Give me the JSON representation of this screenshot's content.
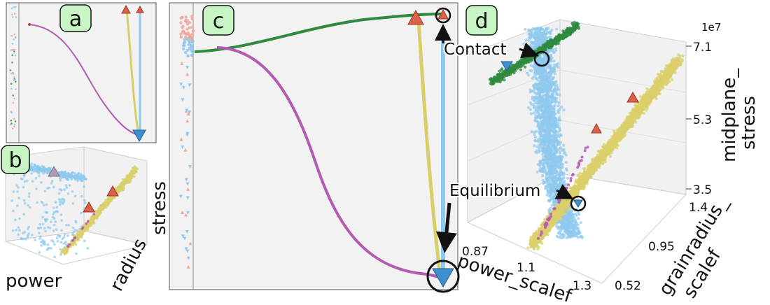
{
  "panels": {
    "a": {
      "badge": "a"
    },
    "b": {
      "badge": "b",
      "axis_x": "power",
      "axis_y": "radius",
      "axis_z": "stress"
    },
    "c": {
      "badge": "c"
    },
    "d": {
      "badge": "d",
      "exponent": "1e7",
      "z_ticks": [
        "7.1",
        "5.3",
        "3.5"
      ],
      "x_ticks": [
        "0.87",
        "1.1",
        "1.3"
      ],
      "y_ticks": [
        "1.4",
        "0.95",
        "0.52"
      ],
      "axis_x": "power_scalef",
      "axis_y_line1": "grainradius_",
      "axis_y_line2": "scalef",
      "axis_z_line1": "midplane_",
      "axis_z_line2": "stress",
      "annotation_contact": "Contact",
      "annotation_equilibrium": "Equilibrium"
    }
  },
  "colors": {
    "badge_fill": "#c7f5c3",
    "panel_bg": "#f2f2f2",
    "purple_curve": "#b35bb3",
    "yellow": "#d9cf6a",
    "light_blue": "#8ec9ee",
    "green": "#2e8b3e",
    "red_marker": "#d9604a",
    "blue_marker": "#3f8fd0",
    "salmon": "#f2a79a"
  },
  "icons": [
    "red-triangle-marker-icon",
    "blue-triangle-marker-icon",
    "circle-highlight-icon",
    "arrow-icon"
  ]
}
